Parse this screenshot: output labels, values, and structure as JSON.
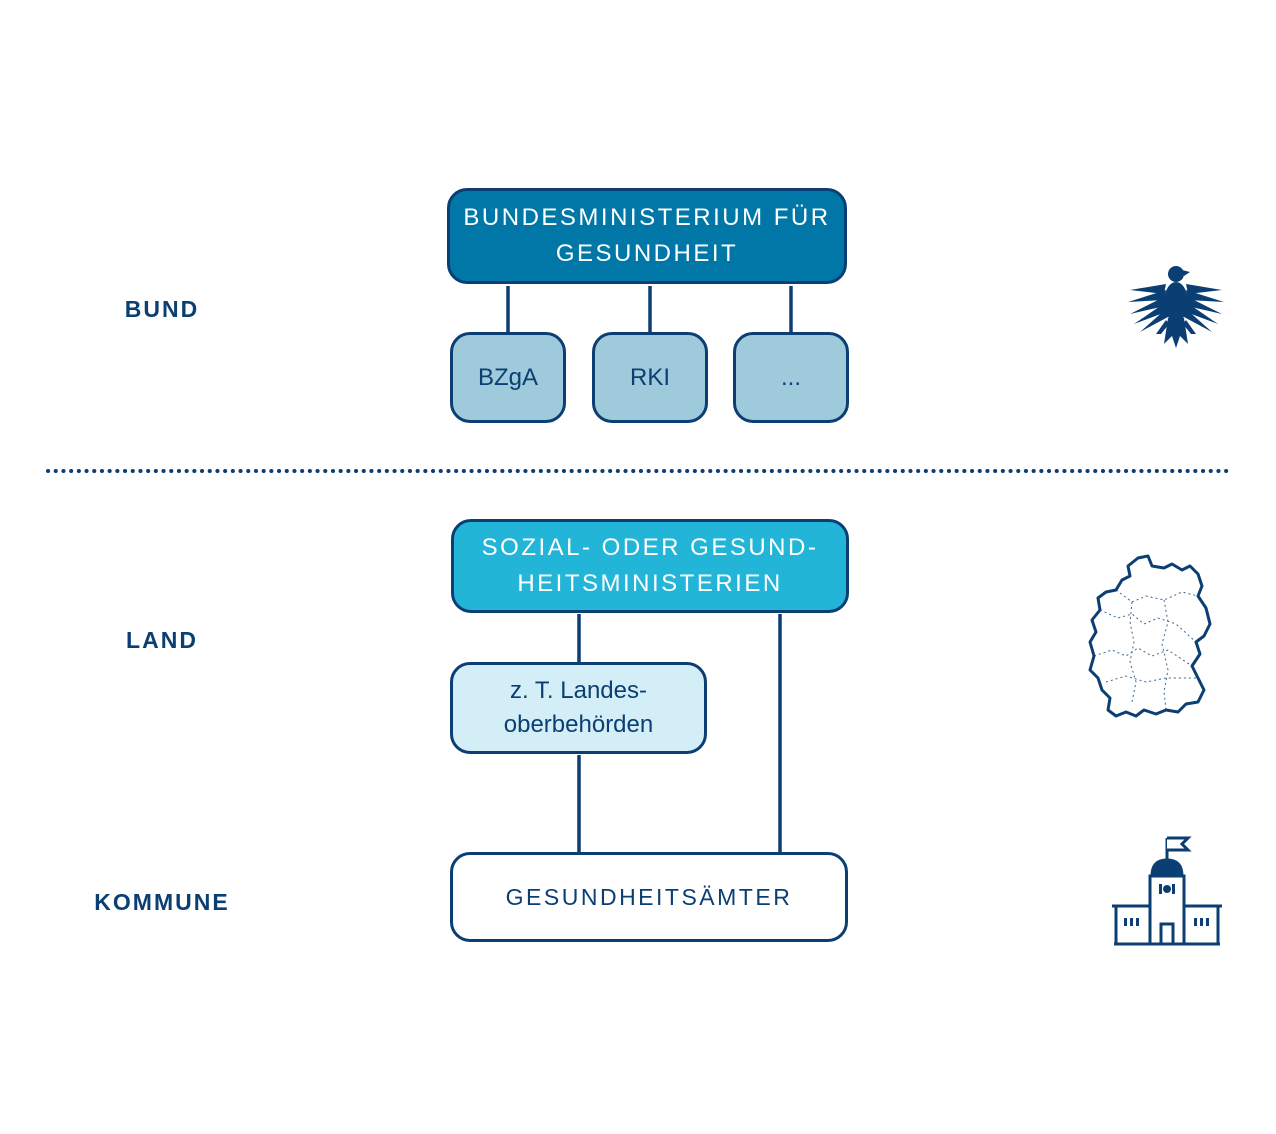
{
  "levels": {
    "bund": "BUND",
    "land": "LAND",
    "kommune": "KOMMUNE"
  },
  "bund": {
    "ministry": "BUNDESMINISTERIUM FÜR\nGESUNDHEIT",
    "agencies": [
      "BZgA",
      "RKI",
      "..."
    ]
  },
  "land": {
    "ministry": "SOZIAL- ODER GESUND-\nHEITSMINISTERIEN",
    "authority": "z. T. Landes-\noberbehörden"
  },
  "kommune": {
    "office": "GESUNDHEITSÄMTER"
  },
  "icons": {
    "bund": "federal-eagle-icon",
    "land": "germany-map-icon",
    "kommune": "town-hall-icon"
  },
  "colors": {
    "dark_blue": "#0b3f73",
    "ministry_bund": "#0077a6",
    "agency": "#9fcadb",
    "ministry_land": "#23b5d8",
    "authority": "#d3eef6"
  }
}
